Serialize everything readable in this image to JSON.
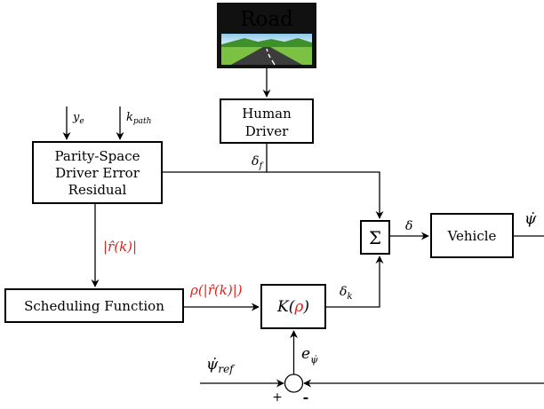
{
  "diagram": {
    "road_label": "Road",
    "human_driver": [
      "Human",
      "Driver"
    ],
    "residual_block": [
      "Parity-Space",
      "Driver Error",
      "Residual"
    ],
    "scheduling_label": "Scheduling Function",
    "controller": {
      "pre": "K(",
      "rho": "ρ",
      "post": ")"
    },
    "sum_symbol": "Σ",
    "vehicle_label": "Vehicle",
    "signals": {
      "y_e": {
        "base": "y",
        "sub": "e"
      },
      "k_path": {
        "base": "k",
        "sub": "path"
      },
      "delta_f": {
        "base": "δ",
        "sub": "f"
      },
      "delta": "δ",
      "delta_k": {
        "base": "δ",
        "sub": "k"
      },
      "psi_dot_out": "ψ̇",
      "r_hat_abs": "|r̂(k)|",
      "rho_of_r": "ρ(|r̂(k)|)",
      "e_psi": {
        "base": "e",
        "sub": "ψ̇"
      },
      "psi_ref": {
        "base": "ψ̇",
        "sub": "ref"
      },
      "plus": "+",
      "minus": "-"
    },
    "colors": {
      "highlight": "#e0201b",
      "sky_top": "#8ec9ea",
      "sky_bottom": "#d8eef9",
      "grass": "#7cc142",
      "road": "#3c3c3c"
    },
    "road_icon": "road-landscape-icon"
  }
}
